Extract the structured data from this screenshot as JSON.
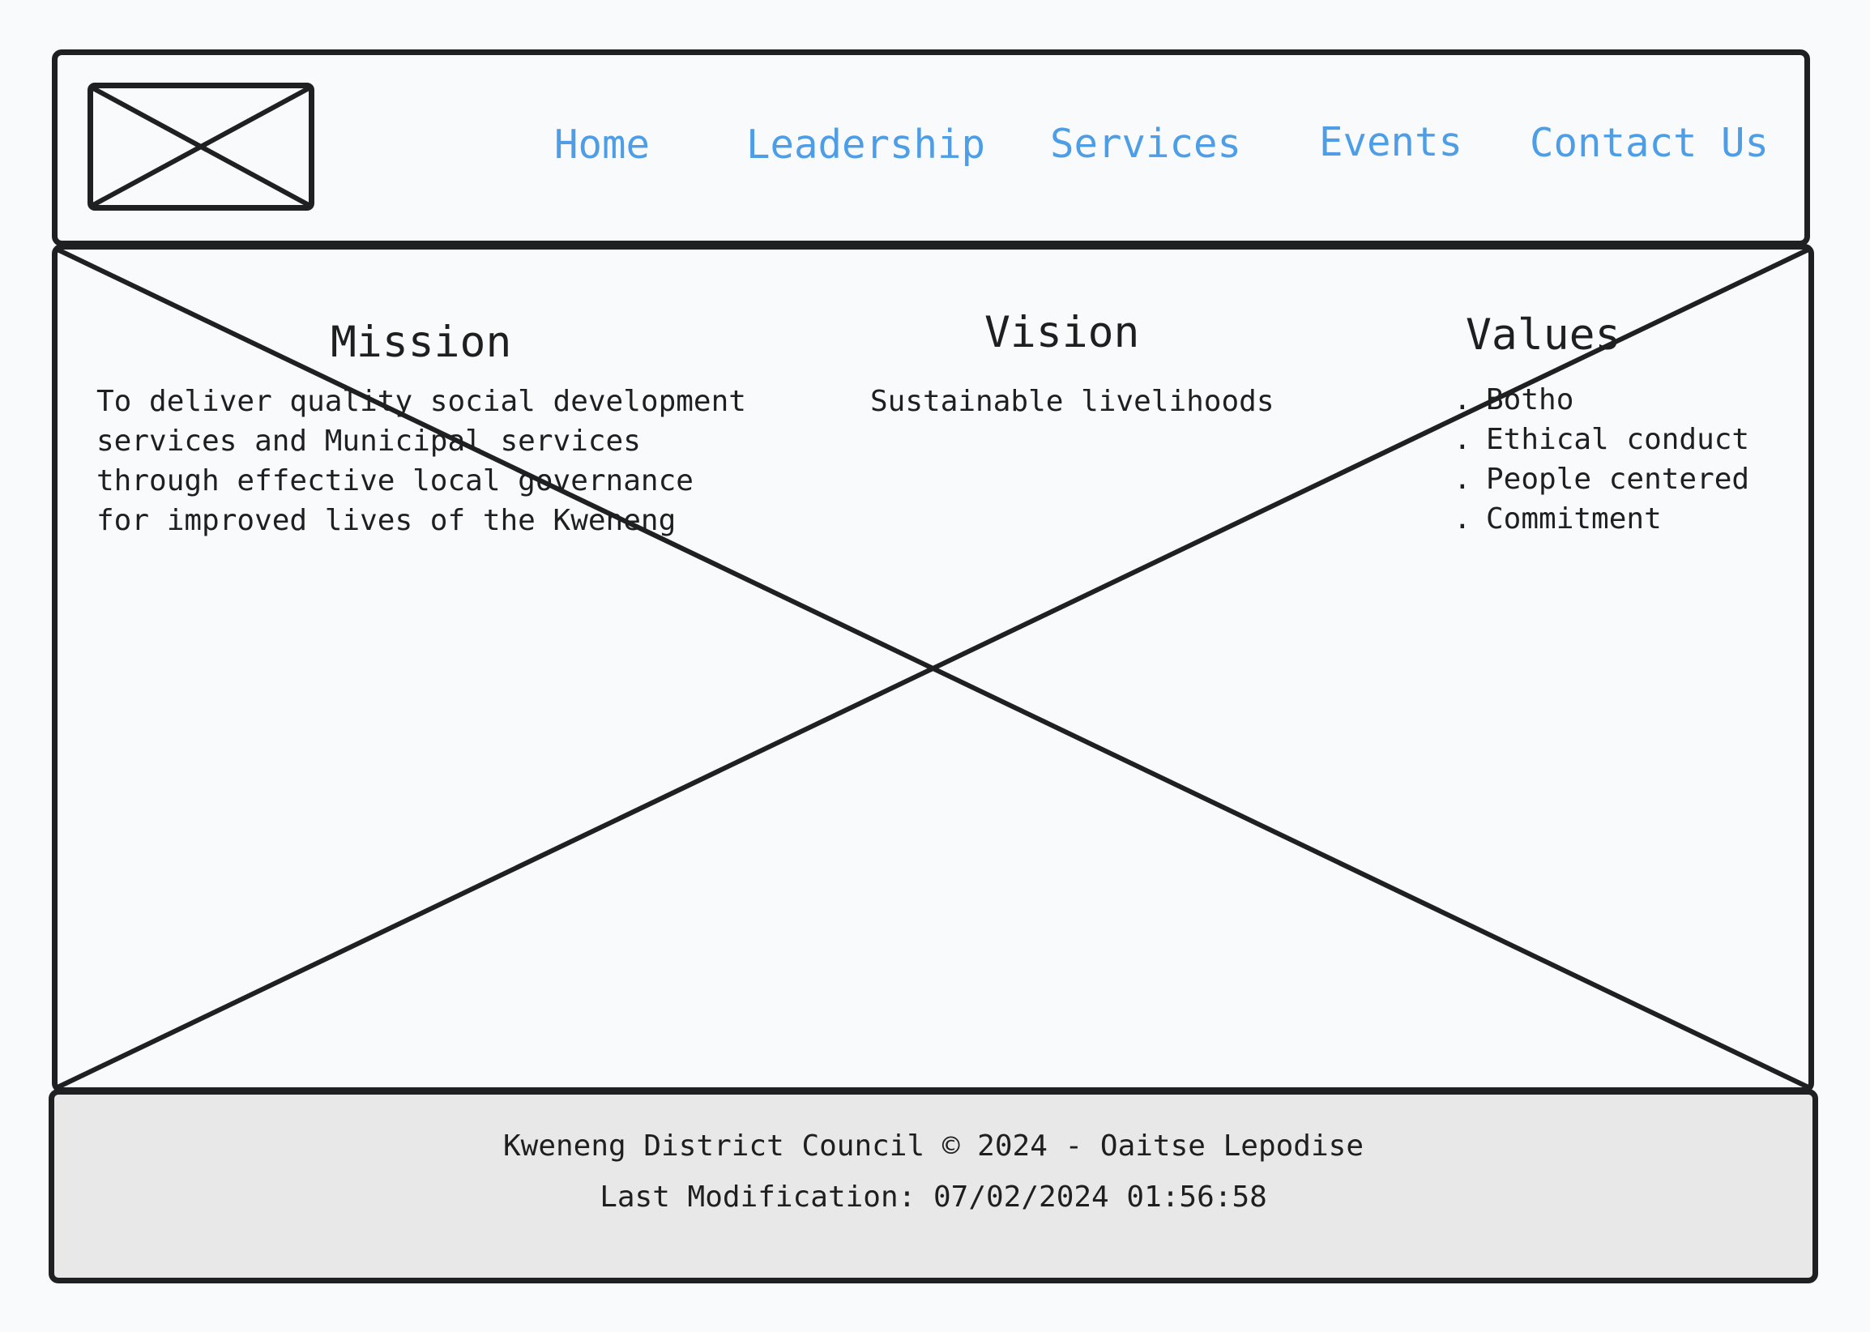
{
  "nav": {
    "items": [
      {
        "label": "Home"
      },
      {
        "label": "Leadership"
      },
      {
        "label": "Services"
      },
      {
        "label": "Events"
      },
      {
        "label": "Contact Us"
      }
    ],
    "link_color": "#4d9ee6"
  },
  "mission": {
    "heading": "Mission",
    "lines": [
      "To deliver quality social development",
      "services and Municipal services",
      "through effective local governance",
      "for improved lives of the Kweneng"
    ]
  },
  "vision": {
    "heading": "Vision",
    "text": "Sustainable livelihoods"
  },
  "values": {
    "heading": "Values",
    "bullet": ".",
    "items": [
      "Botho",
      "Ethical conduct",
      "People centered",
      "Commitment"
    ]
  },
  "footer": {
    "copyright": "Kweneng District Council © 2024 - Oaitse Lepodise",
    "last_modified": "Last Modification: 07/02/2024 01:56:58",
    "background": "#e8e8e8"
  },
  "icons": {
    "logo": "image-placeholder-icon",
    "hero": "image-placeholder-icon"
  }
}
